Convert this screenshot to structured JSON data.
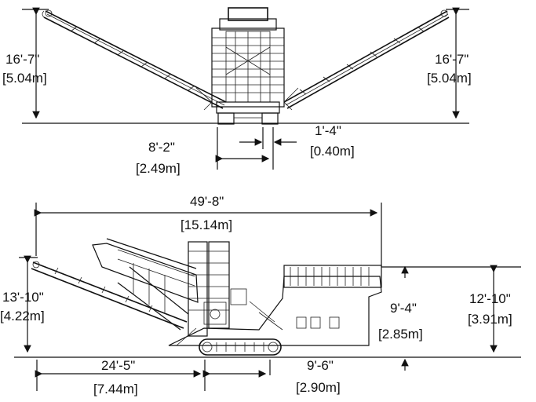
{
  "top_view": {
    "left_conveyor_height": {
      "imperial": "16'-7\"",
      "metric": "[5.04m]"
    },
    "right_conveyor_height": {
      "imperial": "16'-7\"",
      "metric": "[5.04m]"
    },
    "chassis_width": {
      "imperial": "8'-2\"",
      "metric": "[2.49m]"
    },
    "track_width": {
      "imperial": "1'-4\"",
      "metric": "[0.40m]"
    }
  },
  "side_view": {
    "overall_length": {
      "imperial": "49'-8\"",
      "metric": "[15.14m]"
    },
    "conveyor_height": {
      "imperial": "13'-10\"",
      "metric": "[4.22m]"
    },
    "hopper_height": {
      "imperial": "12'-10\"",
      "metric": "[3.91m]"
    },
    "feed_height": {
      "imperial": "9'-4\"",
      "metric": "[2.85m]"
    },
    "rear_to_track": {
      "imperial": "24'-5\"",
      "metric": "[7.44m]"
    },
    "track_length": {
      "imperial": "9'-6\"",
      "metric": "[2.90m]"
    }
  }
}
